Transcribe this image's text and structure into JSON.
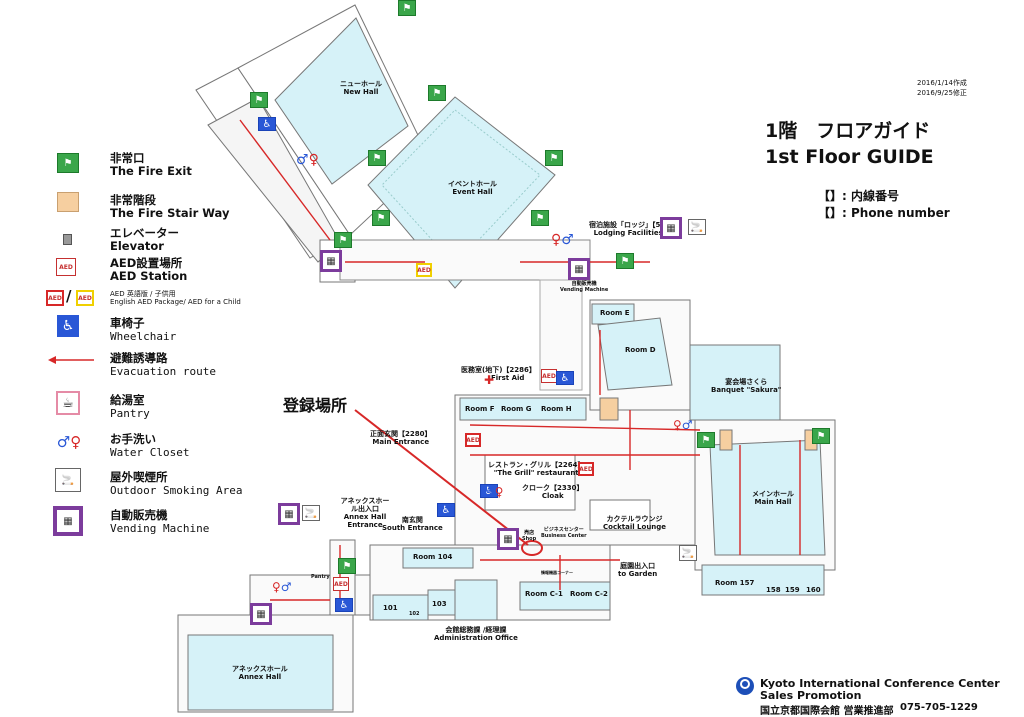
{
  "header": {
    "date_created": "2016/1/14作成",
    "date_revised": "2016/9/25修正",
    "title_ja": "1階　フロアガイド",
    "title_en": "1st Floor GUIDE",
    "ext_legend": "【】: 内線番号",
    "phone_legend": "【】: Phone number"
  },
  "legend": [
    {
      "ja": "非常口",
      "en": "The Fire Exit",
      "icon": "fire-exit-icon"
    },
    {
      "ja": "非常階段",
      "en": "The Fire Stair Way",
      "icon": "fire-stair-swatch"
    },
    {
      "ja": "エレベーター",
      "en": "Elevator",
      "icon": "elevator-icon"
    },
    {
      "ja": "AED設置場所",
      "en": "AED Station",
      "icon": "aed-icon"
    },
    {
      "ja": "AED 英語版 / 子供用",
      "en": "English AED Package/ AED for a Child",
      "icon": "aed-english-child-icon"
    },
    {
      "ja": "車椅子",
      "en": "Wheelchair",
      "icon": "wheelchair-icon"
    },
    {
      "ja": "避難誘導路",
      "en": "Evacuation route",
      "icon": "evacuation-arrow-icon"
    },
    {
      "ja": "給湯室",
      "en": "Pantry",
      "icon": "pantry-icon"
    },
    {
      "ja": "お手洗い",
      "en": "Water Closet",
      "icon": "toilet-icon"
    },
    {
      "ja": "屋外喫煙所",
      "en": "Outdoor Smoking Area",
      "icon": "smoking-area-icon"
    },
    {
      "ja": "自動販売機",
      "en": "Vending Machine",
      "icon": "vending-machine-icon"
    }
  ],
  "map": {
    "registration": "登録場所",
    "new_hall_ja": "ニューホール",
    "new_hall_en": "New Hall",
    "event_hall_ja": "イベントホール",
    "event_hall_en": "Event Hall",
    "lodging_ja": "宿泊施設「ロッジ」【5】",
    "lodging_en": "Lodging Facilities",
    "vending_ja": "自動販売機",
    "vending_en": "Vending Machine",
    "room_e": "Room E",
    "room_d": "Room D",
    "banquet_ja": "宴会場さくら",
    "banquet_en": "Banquet \"Sakura\"",
    "first_aid_ja": "医務室(地下)【2286】",
    "first_aid_en": "First Aid",
    "room_f": "Room F",
    "room_g": "Room G",
    "room_h": "Room H",
    "main_entrance_ja": "正面玄関【2280】",
    "main_entrance_en": "Main Entrance",
    "grill_ja": "レストラン・グリル【2264】",
    "grill_en": "\"The Grill\" restaurant",
    "cloak_ja": "クローク【2330】",
    "cloak_en": "Cloak",
    "main_hall_ja": "メインホール",
    "main_hall_en": "Main Hall",
    "annex_entrance_ja": "アネックスホール出入口",
    "annex_entrance_en": "Annex Hall Entrance",
    "south_entrance_ja": "南玄関",
    "south_entrance_en": "South Entrance",
    "shop_ja": "売店",
    "shop_en": "Shop",
    "business_ja": "ビジネスセンター",
    "business_en": "Business Center",
    "cocktail_ja": "カクテルラウンジ",
    "cocktail_en": "Cocktail Lounge",
    "garden_ja": "庭園出入口",
    "garden_en": "to Garden",
    "room_104": "Room 104",
    "room_157": "Room 157",
    "room_158": "158",
    "room_159": "159",
    "room_160": "160",
    "room_101": "101",
    "room_102": "102",
    "room_103": "103",
    "room_c1": "Room C-1",
    "room_c2": "Room C-2",
    "info_room": "情報機器コーナー",
    "pantry": "Pantry",
    "admin_ja": "会館総務課 /経理課",
    "admin_en": "Administration Office",
    "annex_hall_ja": "アネックスホール",
    "annex_hall_en": "Annex Hall"
  },
  "footer": {
    "org_en": "Kyoto International Conference Center",
    "dept_en": "Sales Promotion",
    "org_ja": "国立京都国際会館 営業推進部",
    "phone": "075-705-1229"
  },
  "colors": {
    "hall_fill": "#d6f2f8",
    "stair_fill": "#f6cfa0",
    "evac_red": "#d72828",
    "exit_green": "#3aa64a",
    "vending_purple": "#7c3c9c",
    "wheelchair_blue": "#2957d6",
    "logo_blue": "#1d4fb8"
  }
}
